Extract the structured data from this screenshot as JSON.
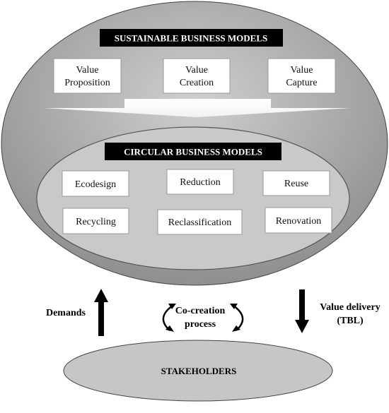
{
  "outer": {
    "title": "SUSTAINABLE BUSINESS MODELS",
    "boxes": [
      {
        "line1": "Value",
        "line2": "Proposition"
      },
      {
        "line1": "Value",
        "line2": "Creation"
      },
      {
        "line1": "Value",
        "line2": "Capture"
      }
    ]
  },
  "inner": {
    "title": "CIRCULAR BUSINESS MODELS",
    "boxes": [
      "Ecodesign",
      "Reduction",
      "Reuse",
      "Recycling",
      "Reclassification",
      "Renovation"
    ]
  },
  "flows": {
    "demands": "Demands",
    "cocreation_line1": "Co-creation",
    "cocreation_line2": "process",
    "value_delivery_line1": "Value delivery",
    "value_delivery_line2": "(TBL)"
  },
  "stakeholders": "STAKEHOLDERS",
  "colors": {
    "outer_fill": "#9d9d9d",
    "inner_fill": "#c9c9c9",
    "stakeholders_fill": "#c6c6c6",
    "title_bg": "#000000",
    "title_text": "#ffffff",
    "box_fill": "#ffffff",
    "stroke": "#333333"
  }
}
